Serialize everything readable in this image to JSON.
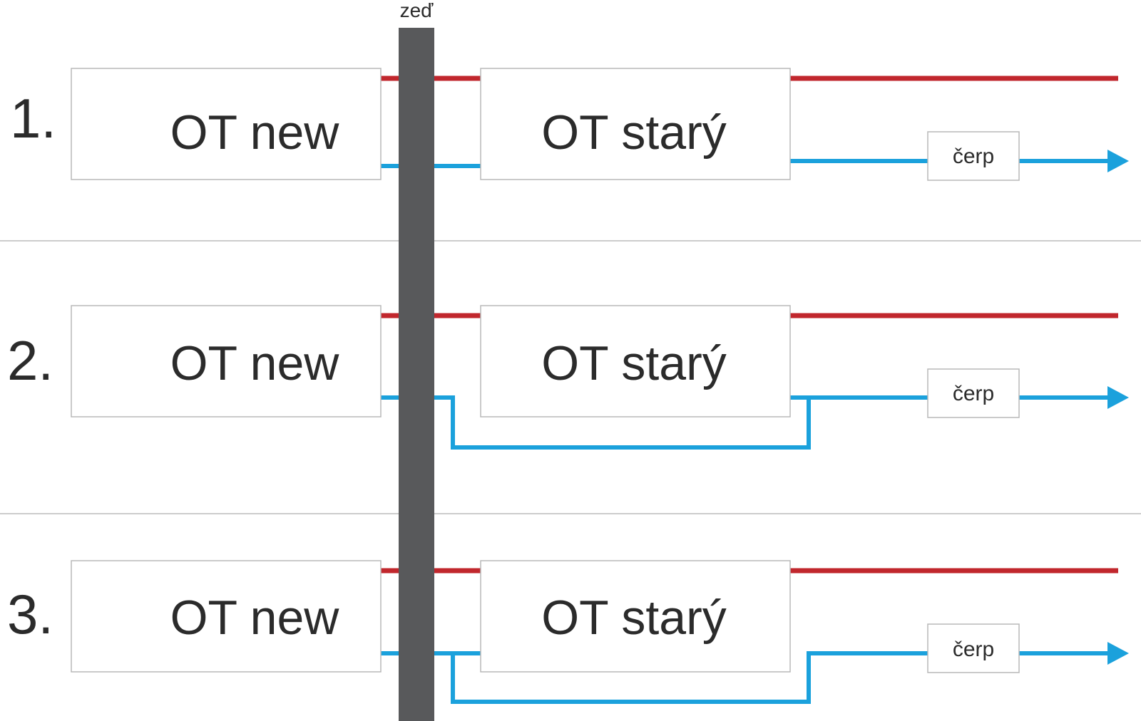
{
  "wall": {
    "label": "zeď",
    "color": "#58595b"
  },
  "colors": {
    "supply": "#c1272d",
    "return": "#1ba1dc"
  },
  "rows": [
    {
      "number": "1.",
      "new_boiler": "OT new",
      "old_boiler": "OT starý",
      "pump": "čerp"
    },
    {
      "number": "2.",
      "new_boiler": "OT new",
      "old_boiler": "OT starý",
      "pump": "čerp"
    },
    {
      "number": "3.",
      "new_boiler": "OT new",
      "old_boiler": "OT starý",
      "pump": "čerp"
    }
  ]
}
